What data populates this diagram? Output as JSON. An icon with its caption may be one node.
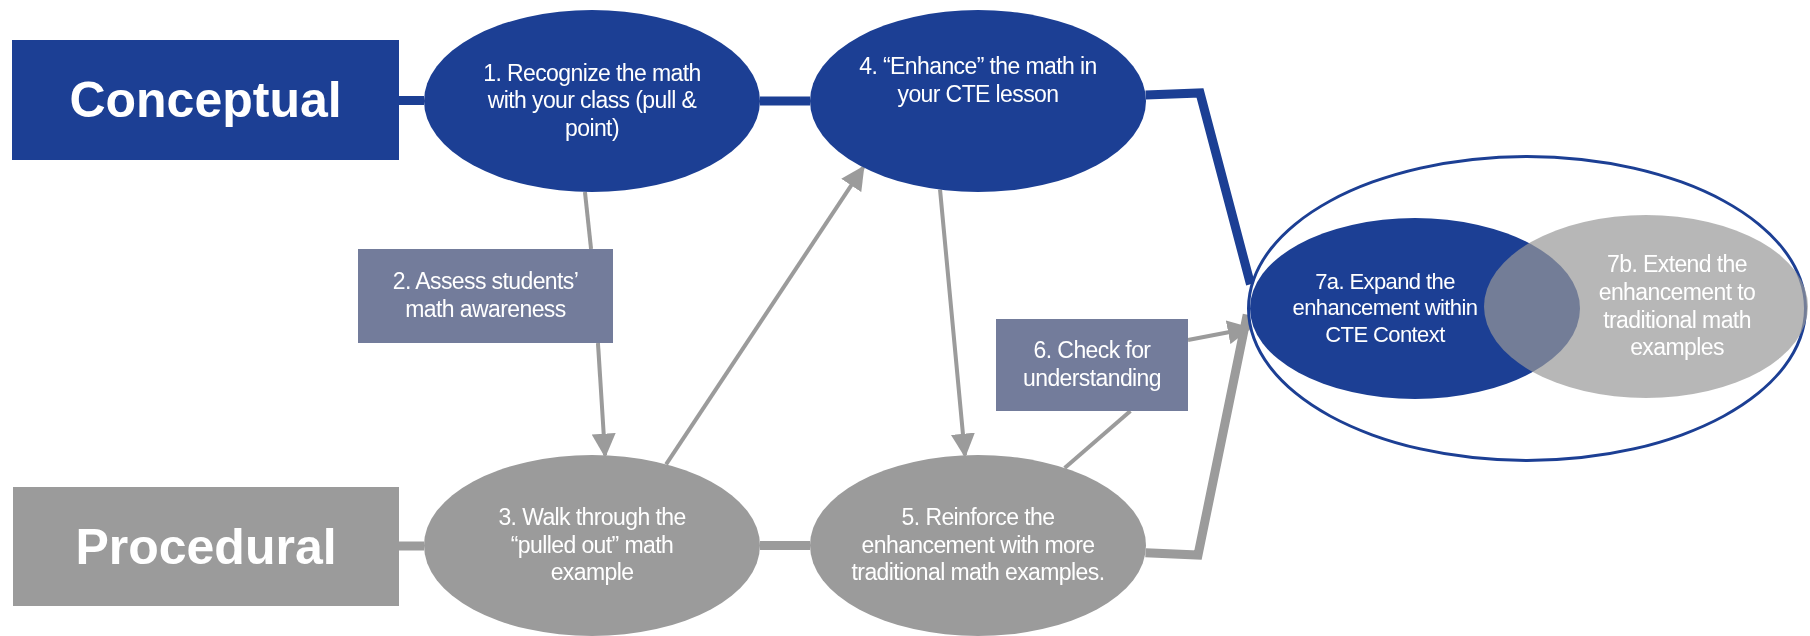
{
  "diagram": {
    "nodes": [
      {
        "text": [
          "Conceptual"
        ]
      },
      {
        "text": [
          "1. Recognize the math with your class (pull & point)"
        ]
      },
      {
        "text": [
          "4. “Enhance” the math in your CTE lesson"
        ]
      },
      {
        "text": [
          "2. Assess students’ math awareness"
        ]
      },
      {
        "text": [],
        "shape": "ellipse"
      },
      {
        "text": [
          "7a. Expand the enhancement within CTE Context"
        ],
        "in": 4
      },
      {
        "text": [
          "7b.  Extend the enhancement to traditional math examples"
        ],
        "in": 4
      },
      {
        "text": [
          "6. Check for understanding"
        ]
      },
      {
        "text": [
          "Procedural"
        ]
      },
      {
        "text": [
          "3.  Walk through the “pulled out” math example"
        ]
      },
      {
        "text": [
          "5. Reinforce the enhancement with more traditional math examples."
        ]
      }
    ],
    "edges": [
      {
        "from": 0,
        "to": 1,
        "arrow": "none",
        "style": "thick",
        "color": "#1c3f94"
      },
      {
        "from": 1,
        "to": 2,
        "arrow": "none",
        "style": "thick",
        "color": "#1c3f94"
      },
      {
        "from": 2,
        "to": 4,
        "arrow": "none",
        "style": "thick",
        "color": "#1c3f94"
      },
      {
        "from": 8,
        "to": 9,
        "arrow": "none",
        "style": "thick"
      },
      {
        "from": 9,
        "to": 10,
        "arrow": "none",
        "style": "thick"
      },
      {
        "from": 10,
        "to": 4,
        "arrow": "none",
        "style": "thick"
      },
      {
        "from": 1,
        "to": 3,
        "arrow": "none"
      },
      {
        "from": 3,
        "to": 9,
        "arrow": "to"
      },
      {
        "from": 9,
        "to": 2,
        "arrow": "to"
      },
      {
        "from": 2,
        "to": 10,
        "arrow": "to"
      },
      {
        "from": 10,
        "to": 7,
        "arrow": "none"
      },
      {
        "from": 7,
        "to": 4,
        "arrow": "to"
      }
    ]
  }
}
